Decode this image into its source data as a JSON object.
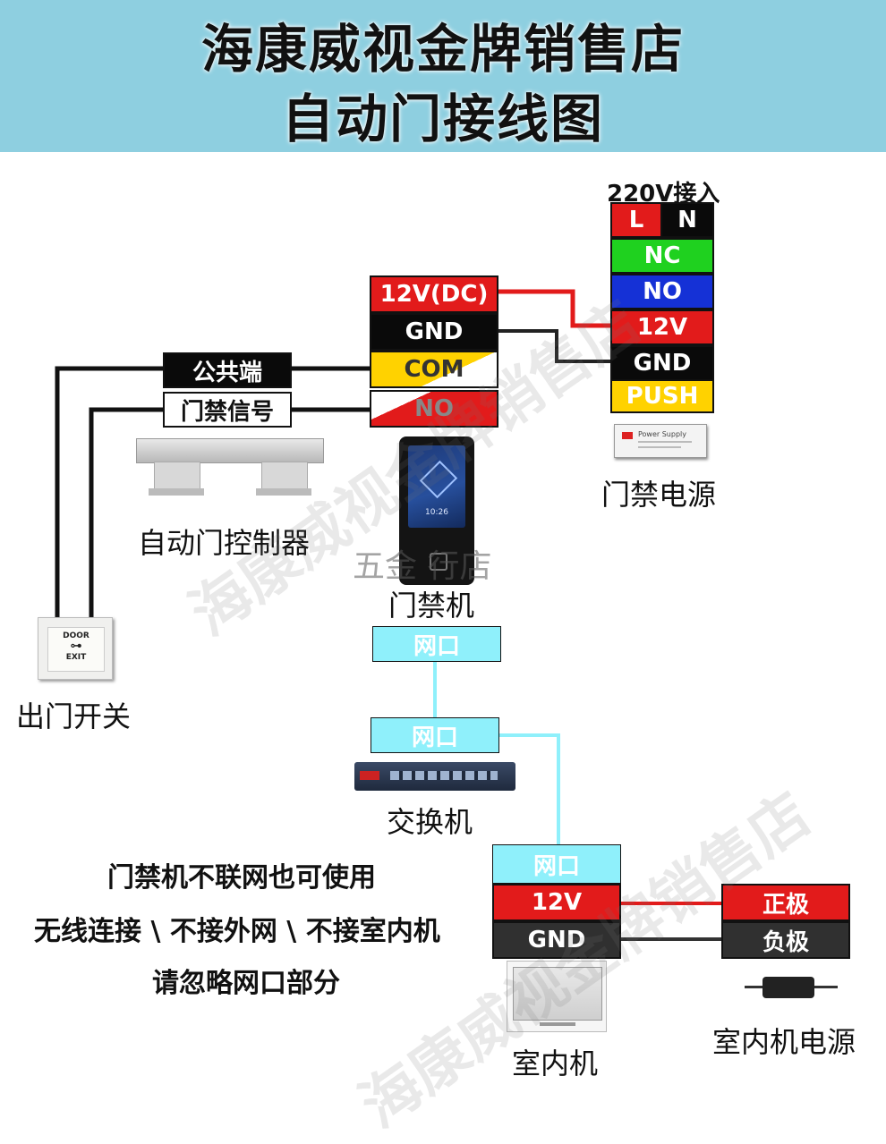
{
  "title": {
    "line1": "海康威视金牌销售店",
    "line2": "自动门接线图"
  },
  "power_in": {
    "label": "220V接入",
    "L": "L",
    "N": "N",
    "NC": "NC",
    "NO": "NO",
    "V12": "12V",
    "GND": "GND",
    "PUSH": "PUSH",
    "device_label": "门禁电源",
    "device_text": "Power Supply"
  },
  "terminal": {
    "dc12": "12V(DC)",
    "gnd": "GND",
    "com": "COM",
    "no": "NO"
  },
  "ctrl_labels": {
    "common": "公共端",
    "signal": "门禁信号"
  },
  "door_ctrl_label": "自动门控制器",
  "access_label": "门禁机",
  "access_time": "10:26",
  "exit_switch": {
    "label": "出门开关",
    "door": "DOOR",
    "exit": "EXIT"
  },
  "net1": "网口",
  "net2": "网口",
  "switch_label": "交换机",
  "net3": "网口",
  "indoor_terminal": {
    "v12": "12V",
    "gnd": "GND"
  },
  "indoor_label": "室内机",
  "indoor_power": {
    "pos": "正极",
    "neg": "负极",
    "label": "室内机电源"
  },
  "notes": [
    "门禁机不联网也可使用",
    "无线连接 \\ 不接外网 \\ 不接室内机",
    "请忽略网口部分"
  ],
  "watermark": {
    "main": "海康威视金牌销售店",
    "shop": "五金 行店"
  },
  "colors": {
    "header": "#8ecfe0",
    "red": "#e21b1b",
    "green": "#1fd11f",
    "blue": "#1531d6",
    "yellow": "#ffd200",
    "cyan": "#8ff0fb",
    "black": "#0a0a0a"
  }
}
